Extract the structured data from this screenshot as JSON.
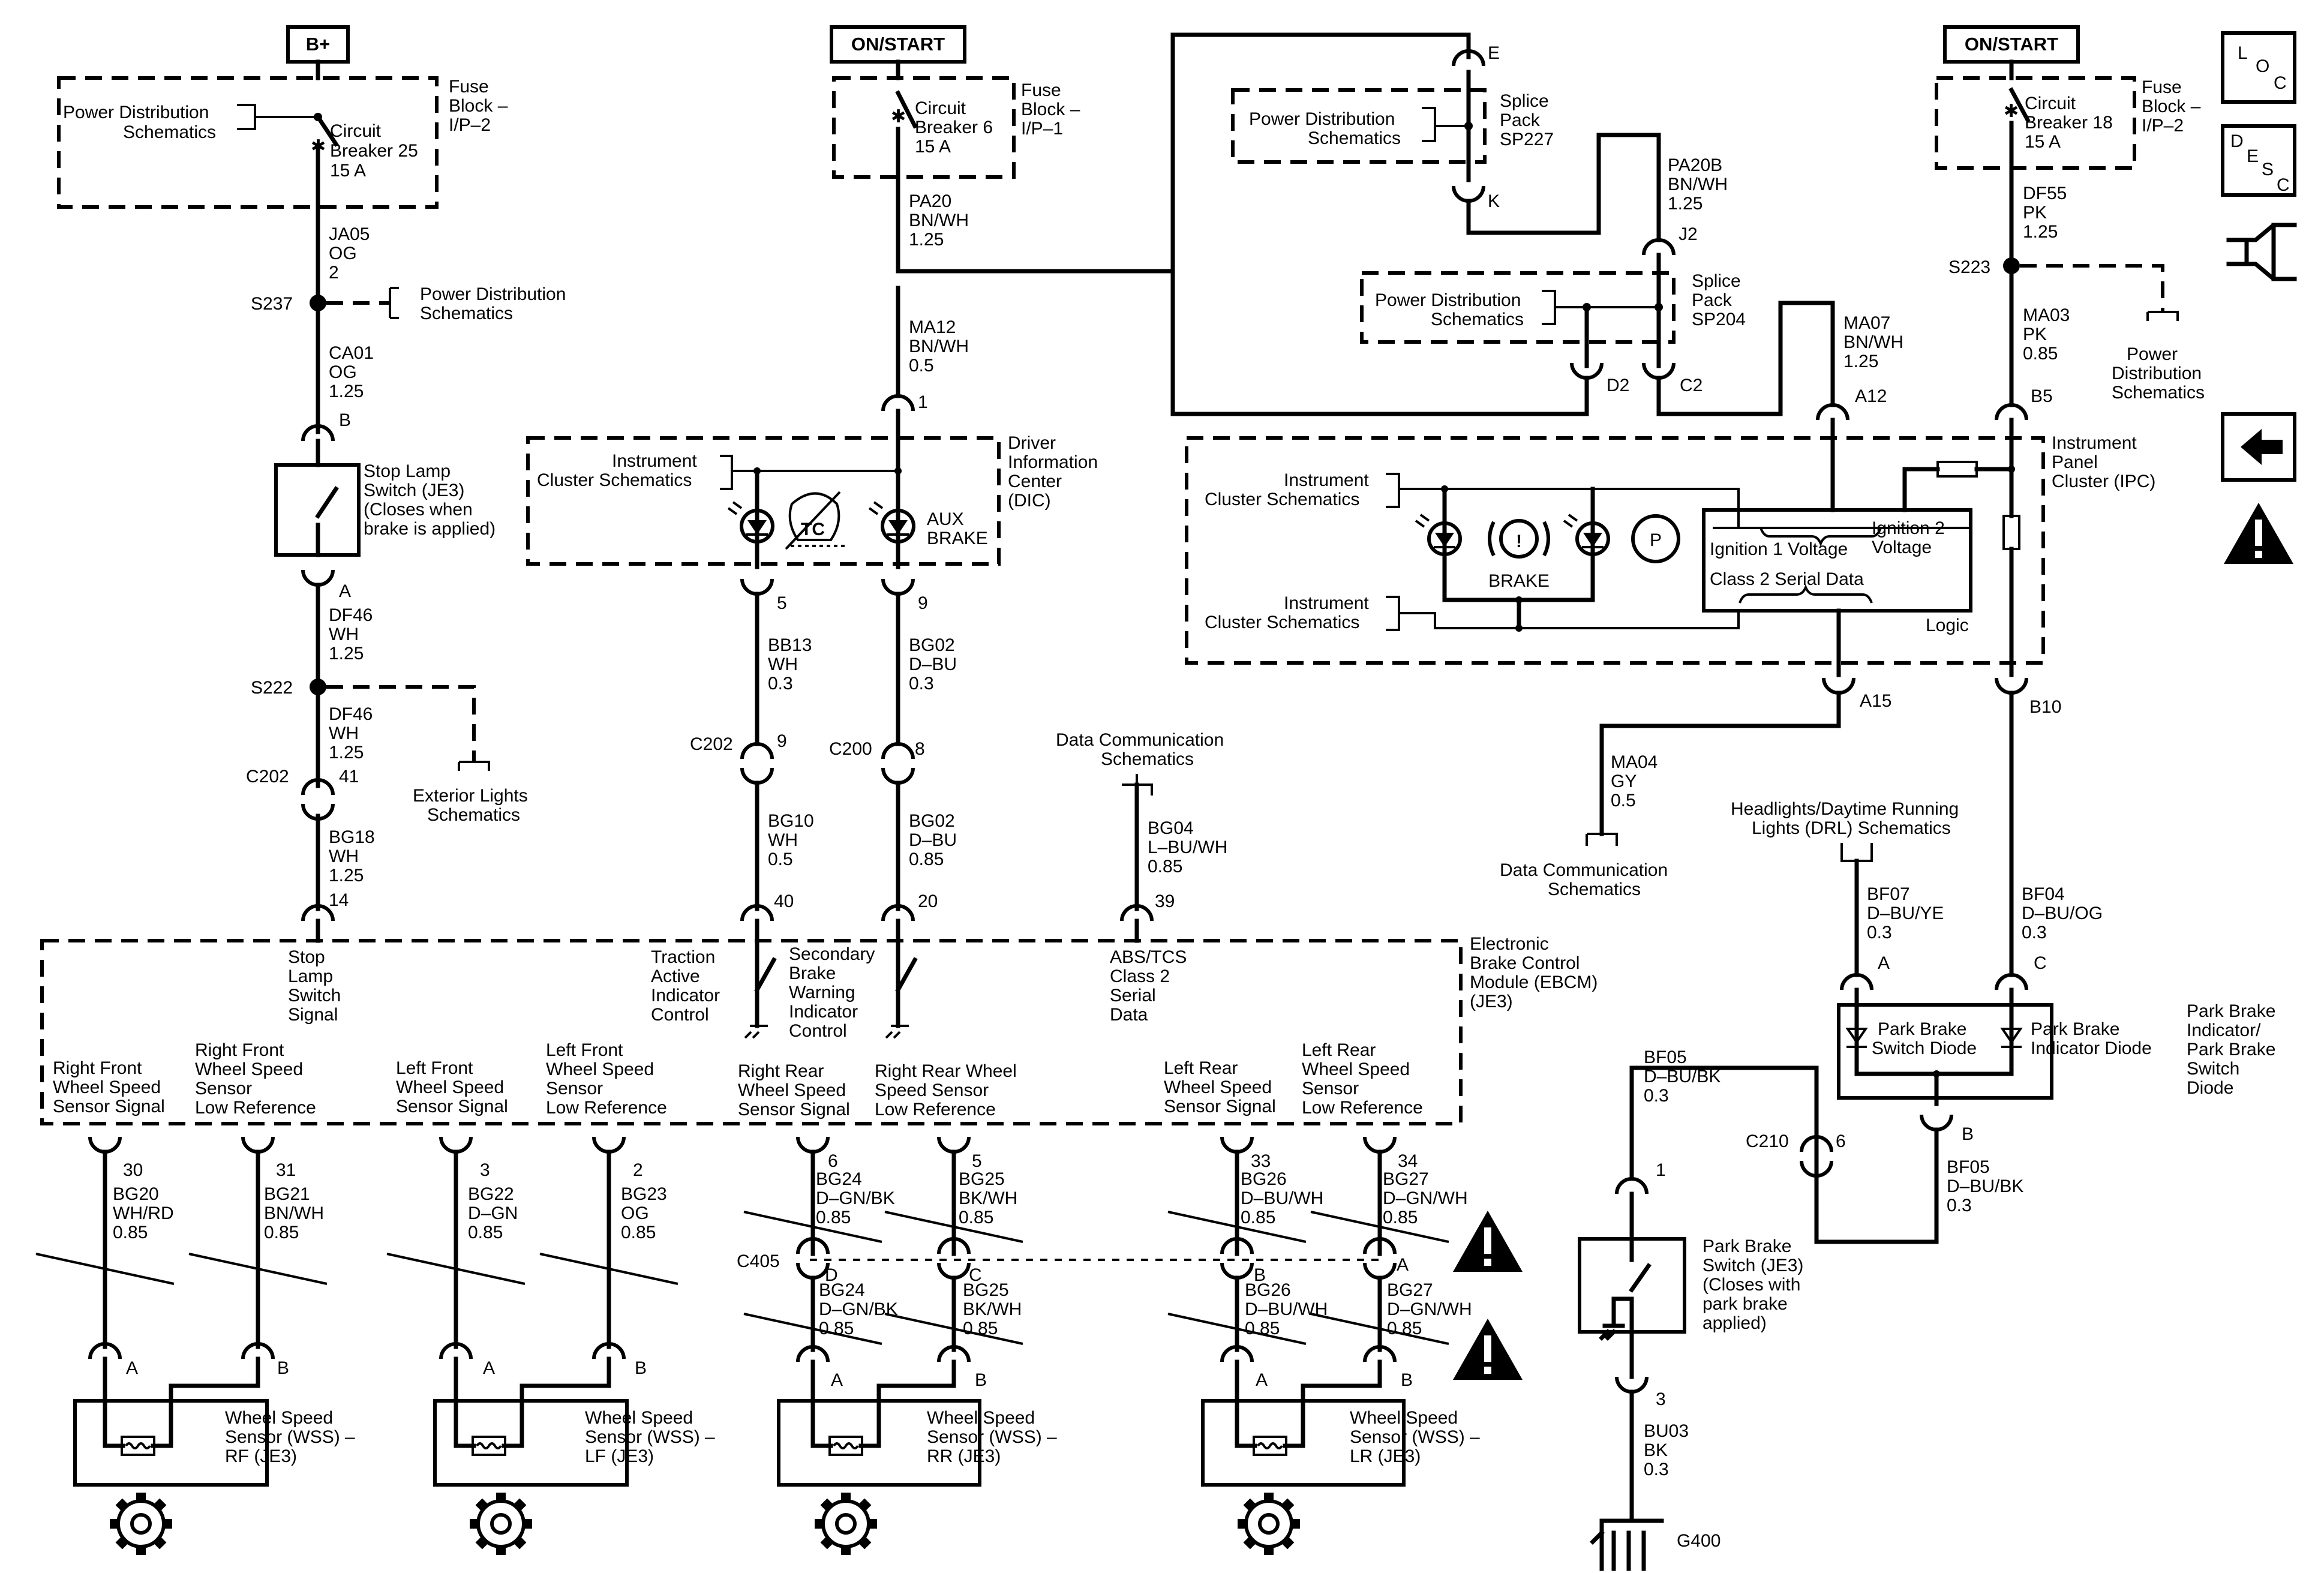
{
  "top": {
    "bplus": "B+",
    "onstart1": "ON/START",
    "onstart2": "ON/START"
  },
  "fuse1": {
    "l1": "Fuse",
    "l2": "Block –",
    "l3": "I/P–2",
    "pd1": "Power Distribution",
    "pd2": "Schematics",
    "cb1": "Circuit",
    "cb2": "Breaker 25",
    "cb3": "15 A"
  },
  "fuse2": {
    "cb1": "Circuit",
    "cb2": "Breaker 6",
    "cb3": "15 A",
    "l1": "Fuse",
    "l2": "Block –",
    "l3": "I/P–1"
  },
  "fuse3": {
    "cb1": "Circuit",
    "cb2": "Breaker 18",
    "cb3": "15 A",
    "l1": "Fuse",
    "l2": "Block –",
    "l3": "I/P–2"
  },
  "wires": {
    "ja05": [
      "JA05",
      "OG",
      "2"
    ],
    "ca01": [
      "CA01",
      "OG",
      "1.25"
    ],
    "df46a": [
      "DF46",
      "WH",
      "1.25"
    ],
    "df46b": [
      "DF46",
      "WH",
      "1.25"
    ],
    "bg18": [
      "BG18",
      "WH",
      "1.25"
    ],
    "pa20": [
      "PA20",
      "BN/WH",
      "1.25"
    ],
    "ma12": [
      "MA12",
      "BN/WH",
      "0.5"
    ],
    "bb13": [
      "BB13",
      "WH",
      "0.3"
    ],
    "bg02a": [
      "BG02",
      "D–BU",
      "0.3"
    ],
    "bg10": [
      "BG10",
      "WH",
      "0.5"
    ],
    "bg02b": [
      "BG02",
      "D–BU",
      "0.85"
    ],
    "bg04": [
      "BG04",
      "L–BU/WH",
      "0.85"
    ],
    "pa20b": [
      "PA20B",
      "BN/WH",
      "1.25"
    ],
    "ma07": [
      "MA07",
      "BN/WH",
      "1.25"
    ],
    "ma04": [
      "MA04",
      "GY",
      "0.5"
    ],
    "df55": [
      "DF55",
      "PK",
      "1.25"
    ],
    "ma03": [
      "MA03",
      "PK",
      "0.85"
    ],
    "bf07": [
      "BF07",
      "D–BU/YE",
      "0.3"
    ],
    "bf04": [
      "BF04",
      "D–BU/OG",
      "0.3"
    ],
    "bf05a": [
      "BF05",
      "D–BU/BK",
      "0.3"
    ],
    "bf05b": [
      "BF05",
      "D–BU/BK",
      "0.3"
    ],
    "bu03": [
      "BU03",
      "BK",
      "0.3"
    ],
    "bg20": [
      "BG20",
      "WH/RD",
      "0.85"
    ],
    "bg21": [
      "BG21",
      "BN/WH",
      "0.85"
    ],
    "bg22": [
      "BG22",
      "D–GN",
      "0.85"
    ],
    "bg23": [
      "BG23",
      "OG",
      "0.85"
    ],
    "bg24a": [
      "BG24",
      "D–GN/BK",
      "0.85"
    ],
    "bg25a": [
      "BG25",
      "BK/WH",
      "0.85"
    ],
    "bg24b": [
      "BG24",
      "D–GN/BK",
      "0.85"
    ],
    "bg25b": [
      "BG25",
      "BK/WH",
      "0.85"
    ],
    "bg26a": [
      "BG26",
      "D–BU/WH",
      "0.85"
    ],
    "bg27a": [
      "BG27",
      "D–GN/WH",
      "0.85"
    ],
    "bg26b": [
      "BG26",
      "D–BU/WH",
      "0.85"
    ],
    "bg27b": [
      "BG27",
      "D–GN/WH",
      "0.85"
    ]
  },
  "splices": {
    "s237": "S237",
    "s222": "S222",
    "s223": "S223"
  },
  "refs": {
    "pd_s237": [
      "Power Distribution",
      "Schematics"
    ],
    "ext": [
      "Exterior Lights",
      "Schematics"
    ],
    "ic1": [
      "Instrument",
      "Cluster Schematics"
    ],
    "ic2": [
      "Instrument",
      "Cluster Schematics"
    ],
    "ic3": [
      "Instrument",
      "Cluster Schematics"
    ],
    "pd_sp227": [
      "Power Distribution",
      "Schematics"
    ],
    "pd_sp204": [
      "Power Distribution",
      "Schematics"
    ],
    "pd_s223": [
      "Power",
      "Distribution",
      "Schematics"
    ],
    "dcs1": [
      "Data Communication",
      "Schematics"
    ],
    "dcs2": [
      "Data Communication",
      "Schematics"
    ],
    "drl": [
      "Headlights/Daytime Running",
      "Lights (DRL) Schematics"
    ]
  },
  "stoplamp": [
    "Stop Lamp",
    "Switch (JE3)",
    "(Closes when",
    "brake is applied)"
  ],
  "dic": {
    "title": [
      "Driver",
      "Information",
      "Center",
      "(DIC)"
    ],
    "aux": [
      "AUX",
      "BRAKE"
    ]
  },
  "splice227": [
    "Splice",
    "Pack",
    "SP227"
  ],
  "splice204": [
    "Splice",
    "Pack",
    "SP204"
  ],
  "ipc": {
    "title": [
      "Instrument",
      "Panel",
      "Cluster (IPC)"
    ],
    "brake": "BRAKE",
    "ign1": "Ignition 1 Voltage",
    "ign2": [
      "Ignition 2",
      "Voltage"
    ],
    "class2": "Class 2 Serial Data",
    "logic": "Logic"
  },
  "pins": {
    "B": "B",
    "A": "A",
    "c202a": "C202",
    "c202a_pin": "41",
    "p14": "14",
    "p1": "1",
    "p5": "5",
    "p9": "9",
    "c202b": "C202",
    "c202b_pin": "9",
    "c200": "C200",
    "c200_pin": "8",
    "p40": "40",
    "p20": "20",
    "p39": "39",
    "E": "E",
    "K": "K",
    "J2": "J2",
    "D2": "D2",
    "C2": "C2",
    "A12": "A12",
    "B5": "B5",
    "A15": "A15",
    "B10": "B10",
    "pbA": "A",
    "pbC": "C",
    "pbB": "B",
    "c210": "C210",
    "c210_pin": "6",
    "sw1": "1",
    "sw3": "3",
    "g400": "G400",
    "c405": "C405",
    "p30": "30",
    "p31": "31",
    "p3": "3",
    "p2": "2",
    "p6": "6",
    "p5b": "5",
    "p33": "33",
    "p34": "34",
    "D": "D",
    "Cc": "C",
    "Ac": "A",
    "Bc": "B",
    "wssA": "A",
    "wssB": "B"
  },
  "ebcm": {
    "title": [
      "Electronic",
      "Brake Control",
      "Module (EBCM)",
      "(JE3)"
    ],
    "stop": [
      "Stop",
      "Lamp",
      "Switch",
      "Signal"
    ],
    "tac": [
      "Traction",
      "Active",
      "Indicator",
      "Control"
    ],
    "sbw": [
      "Secondary",
      "Brake",
      "Warning",
      "Indicator",
      "Control"
    ],
    "abs": [
      "ABS/TCS",
      "Class 2",
      "Serial",
      "Data"
    ],
    "rf_sig": [
      "Right Front",
      "Wheel Speed",
      "Sensor Signal"
    ],
    "rf_low": [
      "Right Front",
      "Wheel Speed",
      "Sensor",
      "Low Reference"
    ],
    "lf_sig": [
      "Left Front",
      "Wheel Speed",
      "Sensor Signal"
    ],
    "lf_low": [
      "Left Front",
      "Wheel Speed",
      "Sensor",
      "Low Reference"
    ],
    "rr_sig": [
      "Right Rear",
      "Wheel Speed",
      "Sensor Signal"
    ],
    "rr_low": [
      "Right Rear Wheel",
      "Speed Sensor",
      "Low Reference"
    ],
    "lr_sig": [
      "Left Rear",
      "Wheel Speed",
      "Sensor Signal"
    ],
    "lr_low": [
      "Left Rear",
      "Wheel Speed",
      "Sensor",
      "Low Reference"
    ]
  },
  "pbind": {
    "title": [
      "Park Brake",
      "Indicator/",
      "Park Brake",
      "Switch",
      "Diode"
    ],
    "d1": [
      "Park Brake",
      "Switch Diode"
    ],
    "d2": [
      "Park Brake",
      "Indicator Diode"
    ]
  },
  "pbswitch": [
    "Park Brake",
    "Switch (JE3)",
    "(Closes with",
    "park brake",
    "applied)"
  ],
  "wss": {
    "rf": [
      "Wheel Speed",
      "Sensor (WSS) –",
      "RF (JE3)"
    ],
    "lf": [
      "Wheel Speed",
      "Sensor (WSS) –",
      "LF (JE3)"
    ],
    "rr": [
      "Wheel Speed",
      "Sensor (WSS) –",
      "RR (JE3)"
    ],
    "lr": [
      "Wheel Speed",
      "Sensor (WSS) –",
      "LR (JE3)"
    ]
  },
  "side": {
    "loc": [
      "L",
      "O",
      "C"
    ],
    "desc": [
      "D",
      "E",
      "S",
      "C"
    ]
  }
}
